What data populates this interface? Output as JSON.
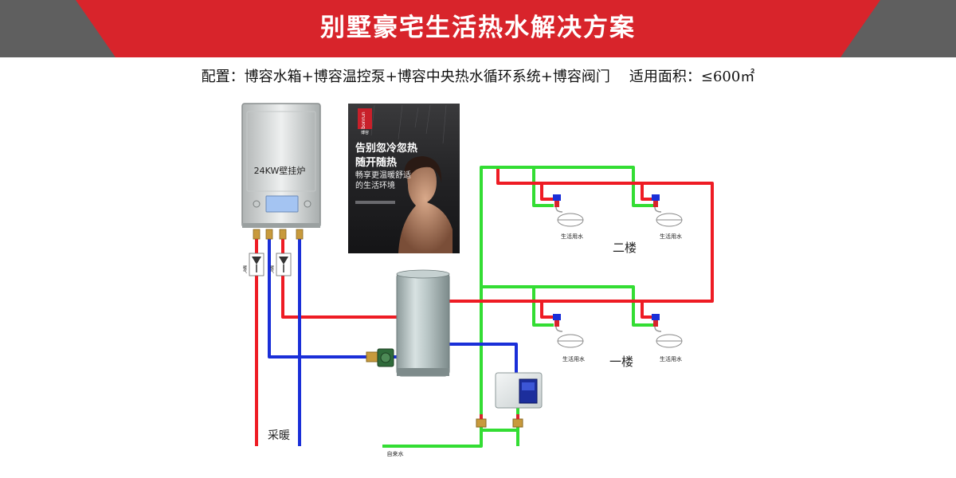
{
  "header": {
    "title": "别墅豪宅生活热水解决方案"
  },
  "config": {
    "config_text": "配置：博容水箱+博容温控泵+博容中央热水循环系统+博容阀门",
    "area_text": "适用面积：≤600㎡"
  },
  "diagram": {
    "boiler_label": "24KW壁挂炉",
    "heating_label": "采暖",
    "floor2_label": "二楼",
    "floor1_label": "一楼",
    "domestic_water_label": "生活用水",
    "tap_water_label": "自来水",
    "side_tag_label": "暖气",
    "poster": {
      "brand": "bonrun",
      "brand_cn": "博容",
      "headline_1": "告别忽冷忽热",
      "headline_2": "随开随热",
      "sub_1": "畅享更温暖舒适",
      "sub_2": "的生活环境"
    }
  },
  "colors": {
    "header_red": "#d8242b",
    "header_gray": "#5f5f5f",
    "hot_pipe": "#ee1c24",
    "cold_pipe": "#1a2fd8",
    "water_pipe": "#33dd33"
  }
}
